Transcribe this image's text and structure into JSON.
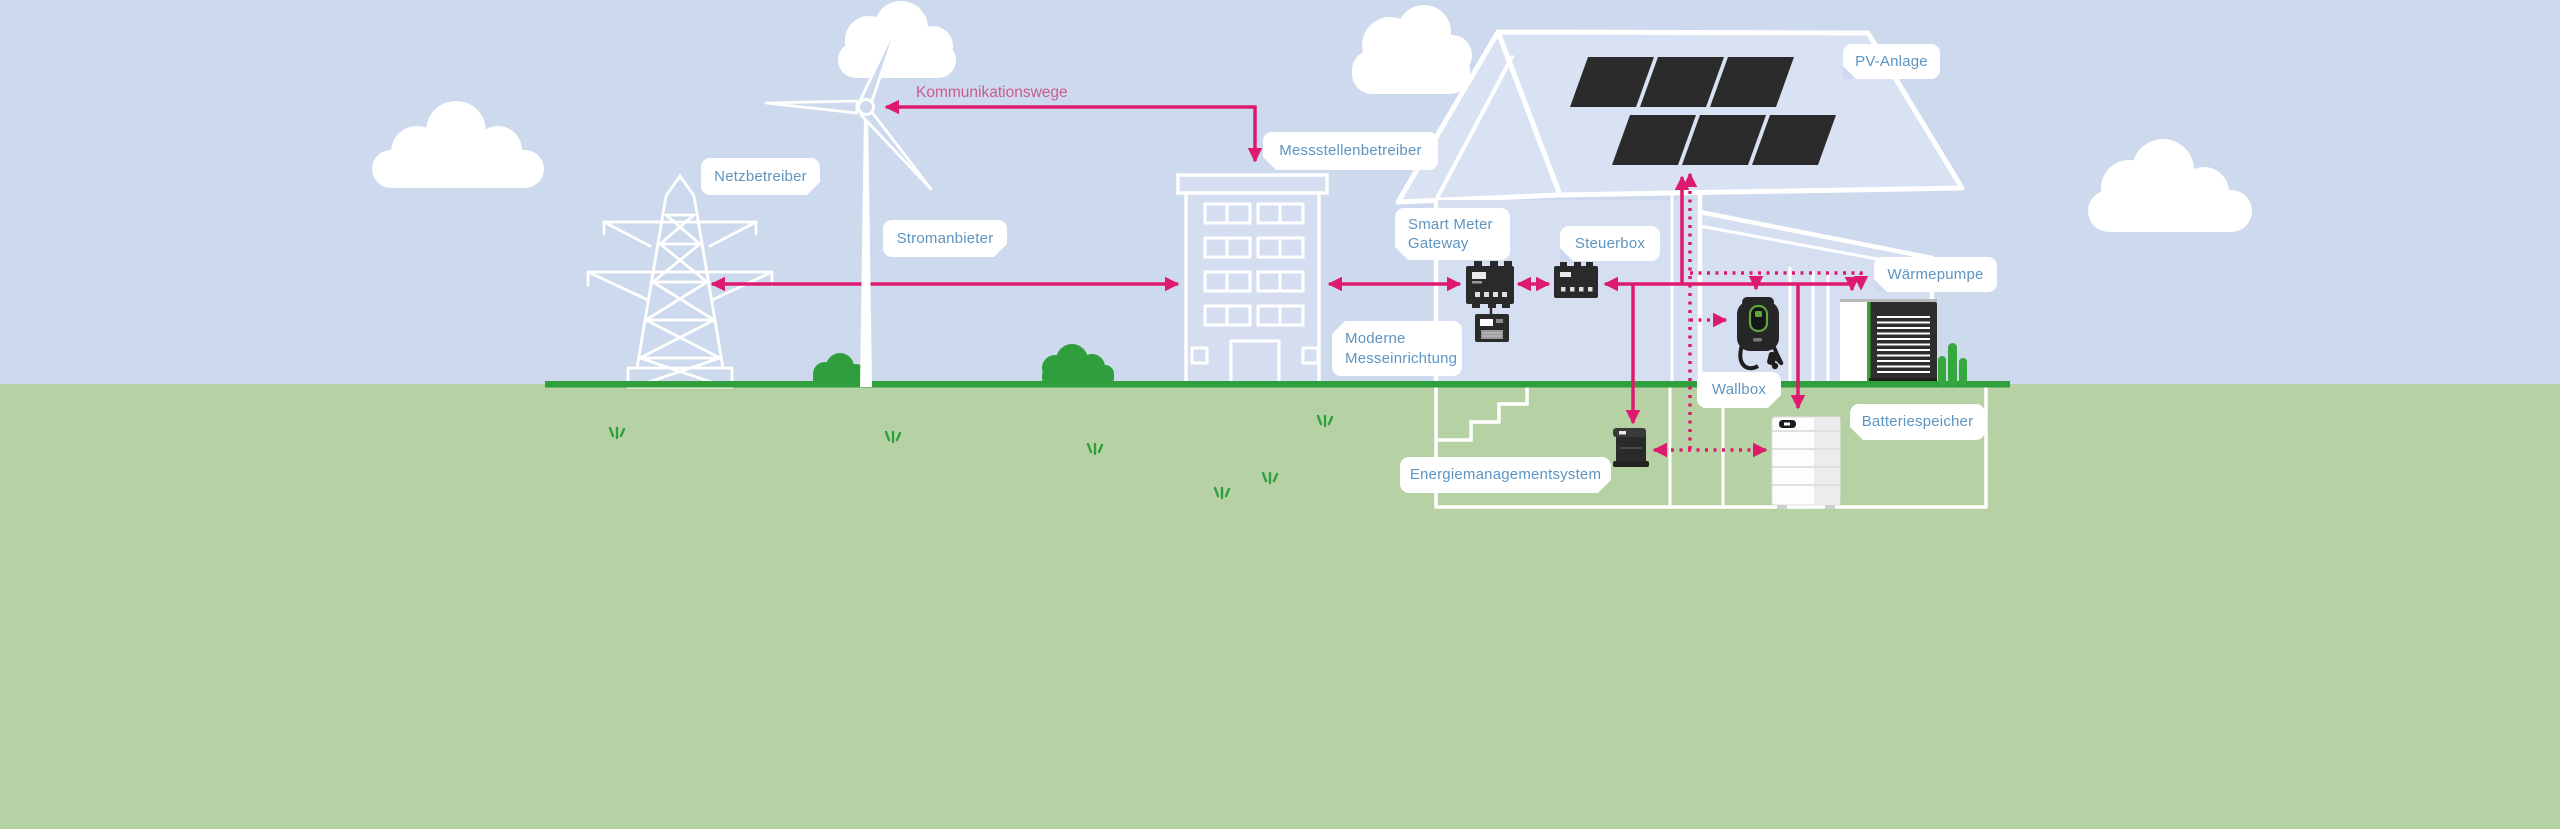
{
  "diagram": {
    "language": "de",
    "topic_labels": {
      "netzbetreiber": "Netzbetreiber",
      "stromanbieter": "Stromanbieter",
      "kommunikationswege": "Kommunikationswege",
      "messstellenbetreiber": "Messstellenbetreiber",
      "smart_meter_gateway": "Smart Meter\nGateway",
      "steuerbox": "Steuerbox",
      "moderne_messeinrichtung": "Moderne\nMesseinrichtung",
      "pv_anlage": "PV-Anlage",
      "waermepumpe": "Wärmepumpe",
      "wallbox": "Wallbox",
      "batteriespeicher": "Batteriespeicher",
      "energiemanagementsystem": "Energiemanagementsystem"
    },
    "colors": {
      "sky": "#cdd9ec",
      "grass": "#b6d2a4",
      "ground_line_green": "#2f9f3e",
      "communication_pink": "#dd1a6e",
      "pink_text": "#cb5a93",
      "label_text_blue": "#5e94c1",
      "device_dark": "#2a2a2a",
      "white": "#ffffff"
    },
    "connections": {
      "solid_pink_meaning": "Kommunikationswege",
      "pairs": [
        "Netzbetreiber (Strommast) — Messstellenbetreiber (Gebäude)",
        "Messstellenbetreiber — Smart Meter Gateway",
        "Smart Meter Gateway — Steuerbox",
        "Steuerbox — PV-Anlage / Wallbox / Batteriespeicher / Wärmepumpe / Energiemanagementsystem",
        "Energiemanagementsystem — PV-Anlage / Wallbox / Batteriespeicher / Wärmepumpe (gestrichelt)"
      ]
    }
  }
}
